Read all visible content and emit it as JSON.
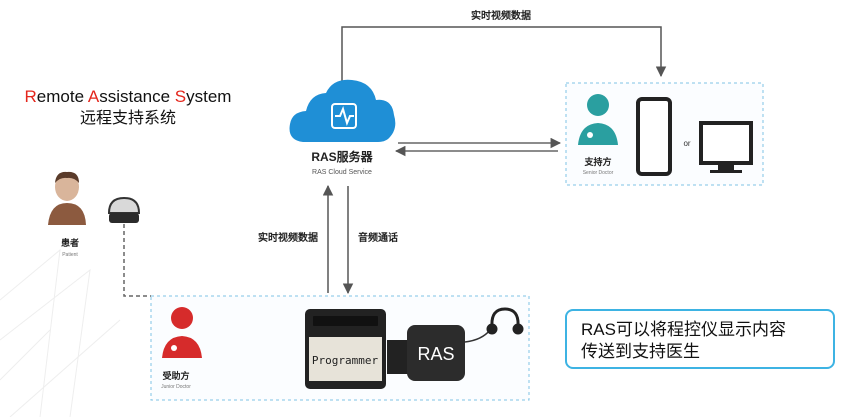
{
  "title": {
    "en_words": [
      {
        "cap": "R",
        "rest": "emote "
      },
      {
        "cap": "A",
        "rest": "ssistance "
      },
      {
        "cap": "S",
        "rest": "ystem"
      }
    ],
    "cn": "远程支持系统"
  },
  "top_link_label": "实时视频数据",
  "cloud": {
    "title": "RAS服务器",
    "subtitle": "RAS Cloud Service"
  },
  "vertical_labels": {
    "left": "实时视频数据",
    "right": "音频通话"
  },
  "supporter": {
    "label": "支持方",
    "sublabel": "Senior Doctor",
    "or_text": "or"
  },
  "patient": {
    "label": "患者",
    "sublabel": "Patient"
  },
  "receiver": {
    "label": "受助方",
    "sublabel": "Junior Doctor"
  },
  "devices": {
    "programmer": "Programmer",
    "ras": "RAS"
  },
  "callout": {
    "line1": "RAS可以将程控仪显示内容",
    "line2": "传送到支持医生"
  },
  "colors": {
    "accent_red": "#e4261c",
    "cloud_blue": "#1f8fd6",
    "callout_border": "#3db3e3",
    "dashed_box": "#7fc3e6"
  }
}
